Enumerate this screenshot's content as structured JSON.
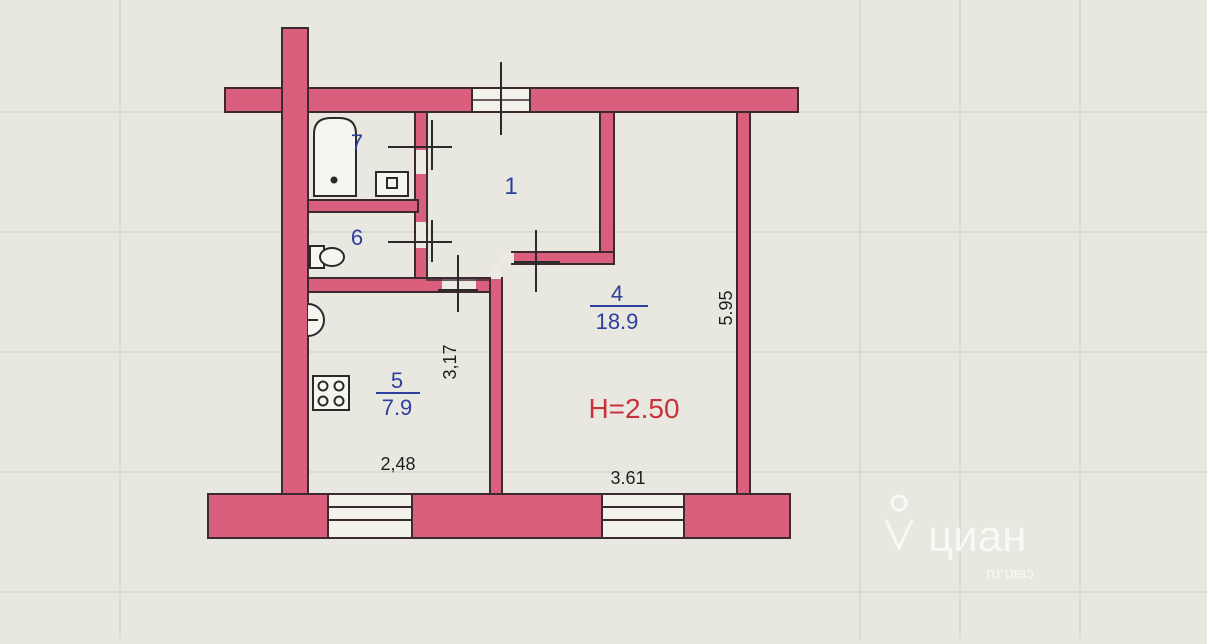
{
  "floorplan": {
    "rooms": [
      {
        "number": "1",
        "area": ""
      },
      {
        "number": "4",
        "area": "18.9"
      },
      {
        "number": "5",
        "area": "7.9"
      },
      {
        "number": "6",
        "area": ""
      },
      {
        "number": "7",
        "area": ""
      }
    ],
    "ceiling_height": "H=2.50",
    "dimensions": {
      "kitchen_width": "2,48",
      "kitchen_depth": "3,17",
      "living_width": "3.61",
      "living_depth": "5.95"
    }
  },
  "watermark": {
    "brand": "циан",
    "subtitle": "cian.ru"
  },
  "colors": {
    "wall": "#d95f7d",
    "wall_stroke": "#3b2a30",
    "background": "#e9e8e0",
    "label_blue": "#2e3f9e",
    "label_red": "#c8323a"
  }
}
